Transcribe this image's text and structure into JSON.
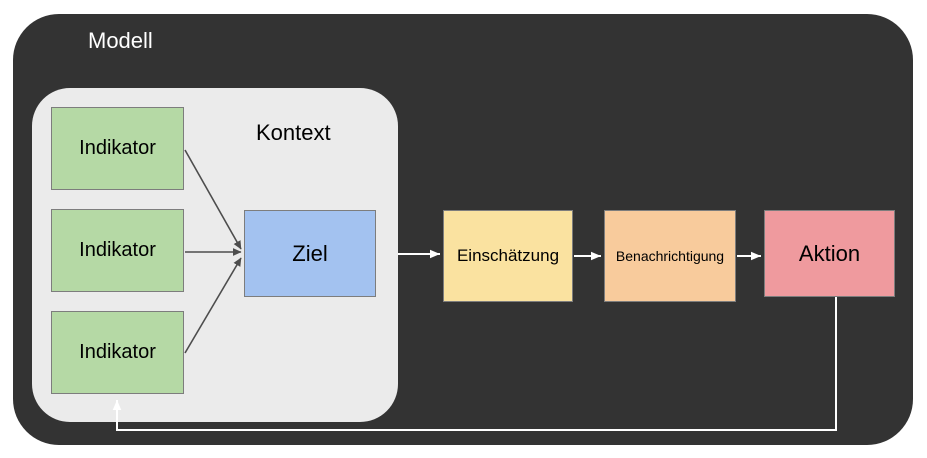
{
  "diagram": {
    "title": "Modell",
    "container": {
      "label": "Modell",
      "background_color": "#333333",
      "label_color": "#ffffff"
    },
    "context_panel": {
      "label": "Kontext",
      "background_color": "#ebebeb",
      "label_color": "#000000"
    },
    "nodes": [
      {
        "id": "indicator-1",
        "label": "Indikator",
        "color": "#b5d9a5",
        "border": "#7d7d7d"
      },
      {
        "id": "indicator-2",
        "label": "Indikator",
        "color": "#b5d9a5",
        "border": "#7d7d7d"
      },
      {
        "id": "indicator-3",
        "label": "Indikator",
        "color": "#b5d9a5",
        "border": "#7d7d7d"
      },
      {
        "id": "goal",
        "label": "Ziel",
        "color": "#a3c2f0",
        "border": "#7d7d7d"
      },
      {
        "id": "assessment",
        "label": "Einschätzung",
        "color": "#fae2a0",
        "border": "#7d7d7d"
      },
      {
        "id": "notification",
        "label": "Benachrichtigung",
        "color": "#f8cb9c",
        "border": "#7d7d7d"
      },
      {
        "id": "action",
        "label": "Aktion",
        "color": "#ef9a9e",
        "border": "#7d7d7d"
      }
    ],
    "connectors": [
      {
        "from": "indicator-1",
        "to": "goal",
        "style": "gray-arrow"
      },
      {
        "from": "indicator-2",
        "to": "goal",
        "style": "gray-arrow"
      },
      {
        "from": "indicator-3",
        "to": "goal",
        "style": "gray-arrow"
      },
      {
        "from": "goal",
        "to": "assessment",
        "style": "white-arrow"
      },
      {
        "from": "assessment",
        "to": "notification",
        "style": "white-arrow"
      },
      {
        "from": "notification",
        "to": "action",
        "style": "white-arrow"
      },
      {
        "from": "action",
        "to": "indicator-3",
        "style": "white-feedback-arrow"
      }
    ],
    "colors": {
      "arrow_gray": "#4d4d4d",
      "arrow_white": "#ffffff",
      "page_background": "#ffffff"
    }
  }
}
